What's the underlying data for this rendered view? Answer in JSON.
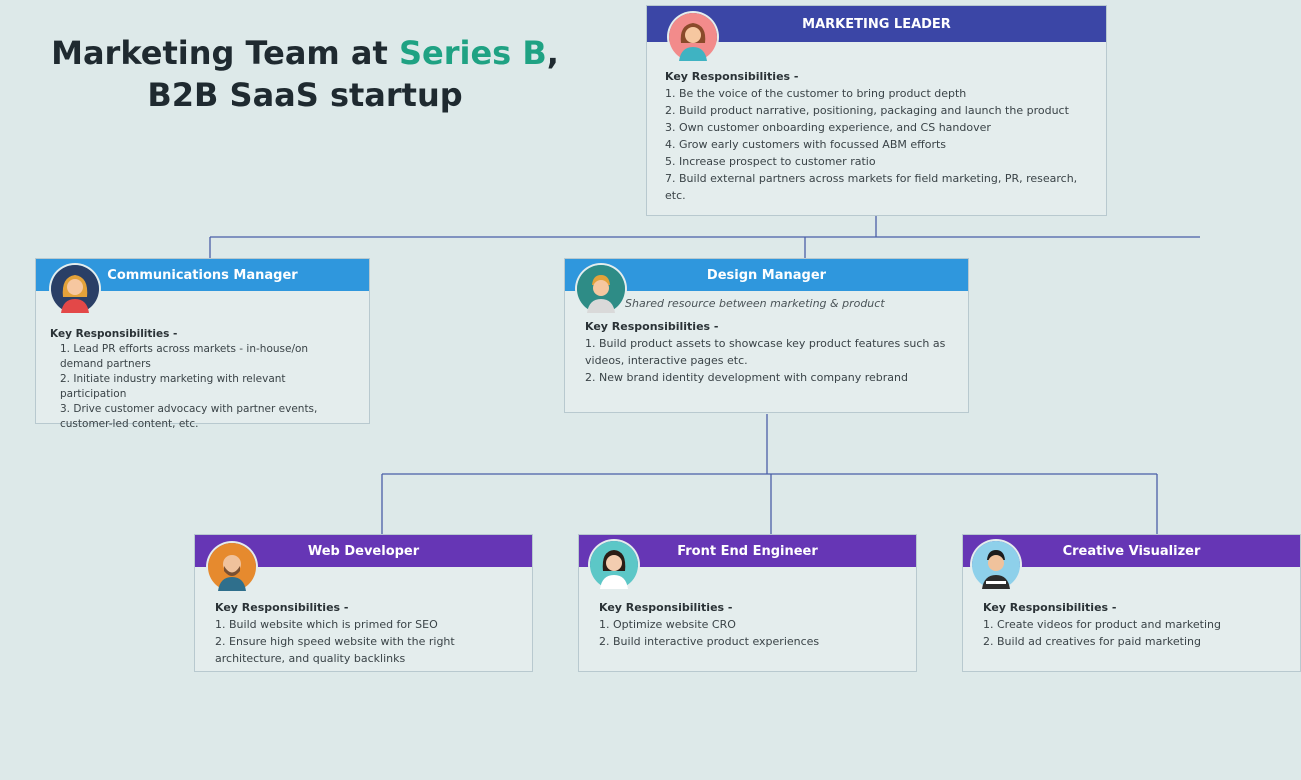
{
  "title": {
    "line1_pre": "Marketing Team at ",
    "line1_accent": "Series B",
    "line1_post": ",",
    "line2": "B2B SaaS startup"
  },
  "kr_label": "Key Responsibilities -",
  "cards": {
    "lead": {
      "name": "MARKETING LEADER",
      "items": [
        "1. Be the voice of the customer to bring product depth",
        "2. Build product narrative, positioning, packaging and launch the product",
        "3. Own customer onboarding experience, and CS handover",
        "4. Grow early customers with focussed ABM efforts",
        "5. Increase prospect to customer ratio",
        "7. Build external partners across markets for field marketing, PR, research, etc."
      ]
    },
    "comms": {
      "name": "Communications Manager",
      "items": [
        "1.  Lead PR efforts across markets - in-house/on demand partners",
        "2. Initiate industry marketing with relevant participation",
        "3. Drive customer advocacy with partner events, customer-led content, etc."
      ]
    },
    "design": {
      "name": "Design Manager",
      "note": "Shared resource between marketing & product",
      "items": [
        "1. Build product assets to showcase key product features such as videos, interactive pages etc.",
        "2. New brand identity development with company rebrand"
      ]
    },
    "web": {
      "name": "Web Developer",
      "items": [
        "1. Build website which is primed for SEO",
        "2. Ensure high speed website with the right architecture, and quality backlinks"
      ]
    },
    "fe": {
      "name": "Front End Engineer",
      "items": [
        "1. Optimize website CRO",
        "2. Build interactive product experiences"
      ]
    },
    "creative": {
      "name": "Creative Visualizer",
      "items": [
        "1. Create videos for product and marketing",
        "2. Build ad creatives for paid marketing"
      ]
    }
  },
  "colors": {
    "lead_header": "#3b46a6",
    "manager_header": "#2f97dd",
    "ic_header": "#6636b5",
    "title_accent": "#1fa283",
    "connector": "#4a5fa8",
    "background": "#dde9e9"
  },
  "icons": {
    "lead": "woman-avatar-icon",
    "comms": "woman-avatar-icon",
    "design": "man-avatar-icon",
    "web": "bearded-man-avatar-icon",
    "fe": "woman-avatar-icon",
    "creative": "man-avatar-icon"
  }
}
